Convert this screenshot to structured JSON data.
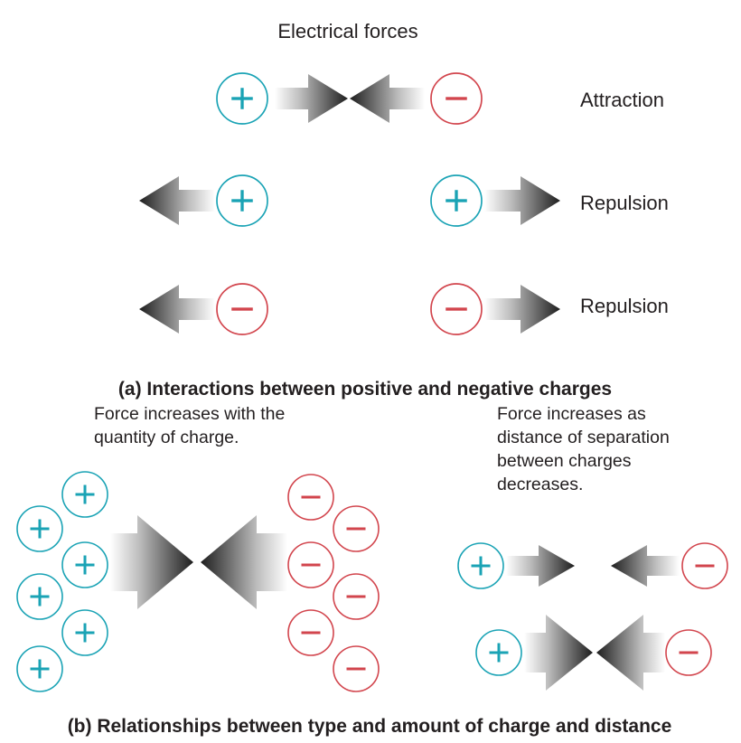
{
  "title": "Electrical forces",
  "rows": [
    {
      "label": "Attraction"
    },
    {
      "label": "Repulsion"
    },
    {
      "label": "Repulsion"
    }
  ],
  "caption_a": "(a) Interactions between positive and negative charges",
  "note_quantity": [
    "Force increases with the",
    "quantity of charge."
  ],
  "note_distance": [
    "Force increases as",
    "distance of separation",
    "between charges",
    "decreases."
  ],
  "caption_b": "(b) Relationships between type and amount of charge and distance",
  "symbols": {
    "positive": "+",
    "negative": "−"
  },
  "colors": {
    "positive": "#1aa3b5",
    "negative": "#d2454d",
    "arrow_dark": "#231f20",
    "text": "#231f20"
  }
}
